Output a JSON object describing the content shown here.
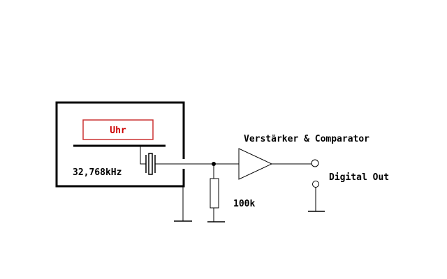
{
  "labels": {
    "clock": "Uhr",
    "frequency": "32,768kHz",
    "amplifier": "Verstärker & Comparator",
    "output": "Digital Out",
    "resistor": "100k"
  },
  "colors": {
    "clock_text": "#cc0000",
    "clock_border": "#cc3333",
    "line": "#000000",
    "background": "#ffffff"
  }
}
